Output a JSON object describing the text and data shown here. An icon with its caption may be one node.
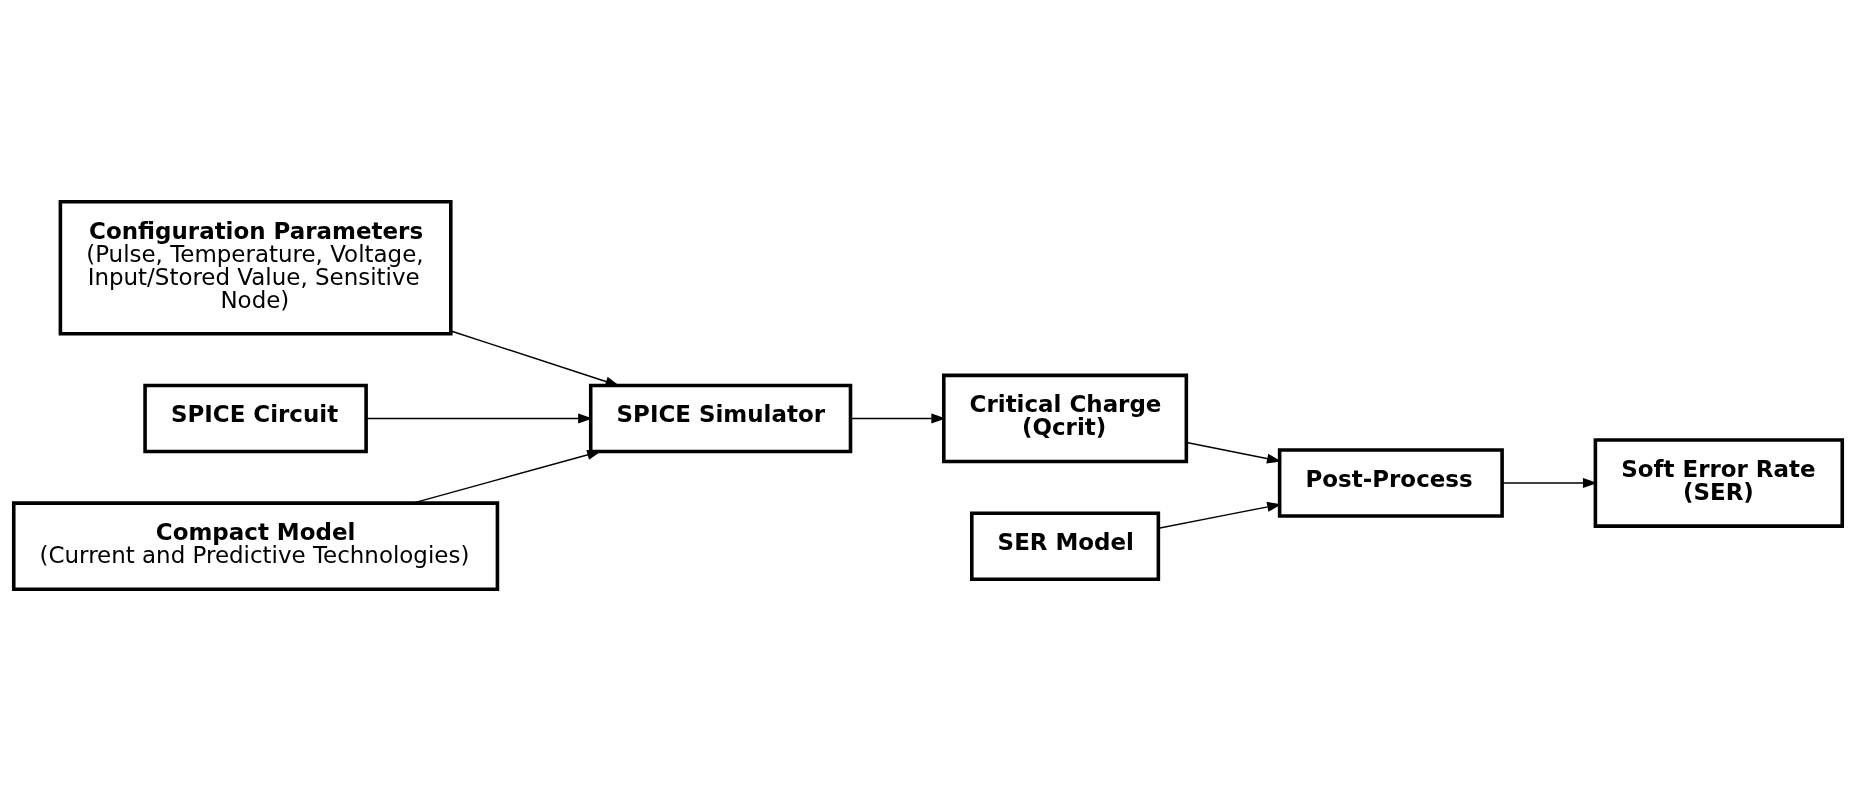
{
  "diagram": {
    "nodes": [
      {
        "text": [
          "Configuration Parameters",
          "(Pulse, Temperature, Voltage, Input/Stored Value, Sensitive Node)"
        ]
      },
      {
        "text": [
          "SER Model"
        ]
      },
      {
        "text": [
          "SPICE Circuit"
        ]
      },
      {
        "text": [
          "SPICE Simulator"
        ]
      },
      {
        "text": [
          "Critical Charge (Qcrit)"
        ]
      },
      {
        "text": [
          "Post-Process"
        ]
      },
      {
        "text": [
          "Soft Error Rate (SER)"
        ]
      },
      {
        "text": [
          "Compact Model",
          "(Current and Predictive Technologies)"
        ]
      }
    ],
    "edges": [
      {
        "from": 2,
        "to": 3,
        "arrow": "to"
      },
      {
        "from": 0,
        "to": 3,
        "arrow": "to"
      },
      {
        "from": 7,
        "to": 3,
        "arrow": "to"
      },
      {
        "from": 3,
        "to": 4,
        "arrow": "to"
      },
      {
        "from": 4,
        "to": 5,
        "arrow": "to"
      },
      {
        "from": 1,
        "to": 5,
        "arrow": "to"
      },
      {
        "from": 5,
        "to": 6,
        "arrow": "to"
      }
    ]
  }
}
